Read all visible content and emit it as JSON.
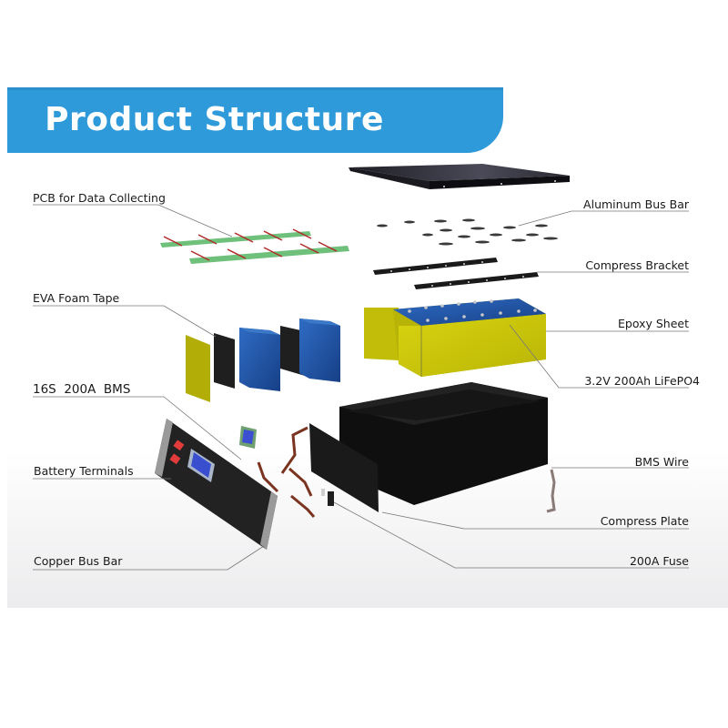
{
  "header": {
    "title": "Product Structure",
    "banner_color": "#2f9ad9"
  },
  "labels": {
    "left": [
      {
        "id": "pcb",
        "text": "PCB for Data Collecting"
      },
      {
        "id": "eva",
        "text": "EVA Foam Tape"
      },
      {
        "id": "bms",
        "text": "16S  200A  BMS"
      },
      {
        "id": "terminals",
        "text": "Battery Terminals"
      },
      {
        "id": "copper",
        "text": "Copper Bus Bar"
      }
    ],
    "right": [
      {
        "id": "aluminum",
        "text": "Aluminum Bus Bar"
      },
      {
        "id": "bracket",
        "text": "Compress Bracket"
      },
      {
        "id": "epoxy",
        "text": "Epoxy Sheet"
      },
      {
        "id": "cells",
        "text": "3.2V 200Ah LiFePO4"
      },
      {
        "id": "bmswire",
        "text": "BMS Wire"
      },
      {
        "id": "plate",
        "text": "Compress Plate"
      },
      {
        "id": "fuse",
        "text": "200A Fuse"
      }
    ]
  },
  "components": [
    {
      "name": "top-cover",
      "color": "#2a2a33"
    },
    {
      "name": "pcb-board",
      "color": "#6fc07a"
    },
    {
      "name": "aluminum-bus-bars",
      "color": "#3a3a3a"
    },
    {
      "name": "compress-brackets",
      "color": "#1c1c1c"
    },
    {
      "name": "epoxy-sheet",
      "color": "#c9c60a"
    },
    {
      "name": "cell-pack",
      "color": "#1e5bb0"
    },
    {
      "name": "eva-foam",
      "color": "#1f1f1f"
    },
    {
      "name": "bms-front-panel",
      "color": "#222222"
    },
    {
      "name": "enclosure-box",
      "color": "#111111"
    },
    {
      "name": "copper-bus-bars",
      "color": "#7a3420"
    },
    {
      "name": "bms-wire",
      "color": "#8a7b78"
    },
    {
      "name": "fuse",
      "color": "#222222"
    }
  ]
}
